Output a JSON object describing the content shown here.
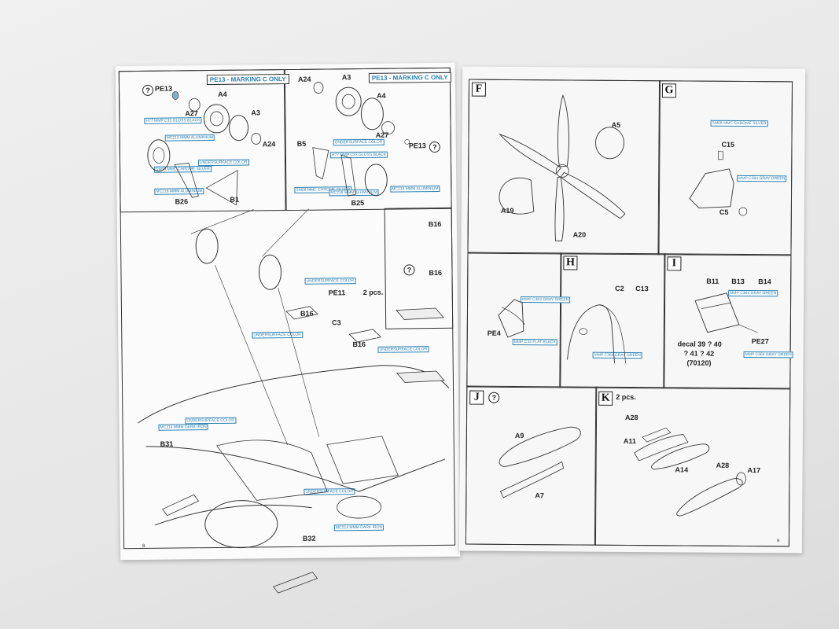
{
  "left_page": {
    "page_number": "8",
    "marking_note_1": "PE13 - MARKING C ONLY",
    "marking_note_2": "PE13 - MARKING C ONLY",
    "top_left_panel": {
      "parts": [
        "PE13",
        "A4",
        "A27",
        "A3",
        "A24",
        "B26",
        "B1"
      ],
      "question": "?",
      "tags": [
        "H77 MMP C33 GLOSS BLACK",
        "MC218 MMM ALUMINIUM",
        "SM08 MMC CHROME SILVER",
        "UNDERSURFACE COLOR",
        "MC218 MMM ALUMINIUM"
      ]
    },
    "top_right_panel": {
      "parts": [
        "A24",
        "A3",
        "A4",
        "A27",
        "PE13",
        "B5",
        "B25"
      ],
      "question": "?",
      "tags": [
        "UNDERSURFACE COLOR",
        "H77 MMP C33 GLOSS BLACK",
        "SM08 MMC CHROME SILVER",
        "MC218 MMM ALUMINIUM",
        "MC218 MMM ALUMINIUM"
      ]
    },
    "main_panel": {
      "parts": [
        "PE11",
        "B16",
        "C3",
        "B16",
        "B31",
        "B32",
        "B16",
        "B16"
      ],
      "pe11_note": "2 pcs.",
      "question": "?",
      "tags": [
        "UNDERSURFACE COLOR",
        "UNDERSURFACE COLOR",
        "UNDERSURFACE COLOR",
        "UNDERSURFACE COLOR",
        "UNDERSURFACE COLOR",
        "MC214 MMM DARK IRON",
        "MC214 MMM DARK IRON"
      ]
    }
  },
  "right_page": {
    "page_number": "9",
    "step_F": {
      "letter": "F",
      "parts": [
        "A5",
        "A19",
        "A20"
      ]
    },
    "step_G": {
      "letter": "G",
      "parts": [
        "C15",
        "C5"
      ],
      "tags": [
        "SM08 MMC CHROME SILVER",
        "MMP C364 GRAY GREEN"
      ]
    },
    "step_H": {
      "letter": "H",
      "parts": [
        "PE4",
        "C2",
        "C13"
      ],
      "tags": [
        "MMP C364 GRAY GREEN",
        "MMP C33 FLAT BLACK",
        "MMP C364 GRAY GREEN"
      ]
    },
    "step_I": {
      "letter": "I",
      "parts": [
        "B11",
        "B13",
        "B14",
        "PE27"
      ],
      "decal": "decal 39 ? 40",
      "decal2": "? 41 ? 42",
      "decal3": "(70120)",
      "tags": [
        "MMP C364 GRAY GREEN",
        "MMP C364 GRAY GREEN"
      ]
    },
    "step_J": {
      "letter": "J",
      "parts": [
        "A9",
        "A7"
      ]
    },
    "step_K": {
      "letter": "K",
      "note": "2 pcs.",
      "parts": [
        "A28",
        "A11",
        "A14",
        "A28",
        "A17"
      ]
    }
  }
}
